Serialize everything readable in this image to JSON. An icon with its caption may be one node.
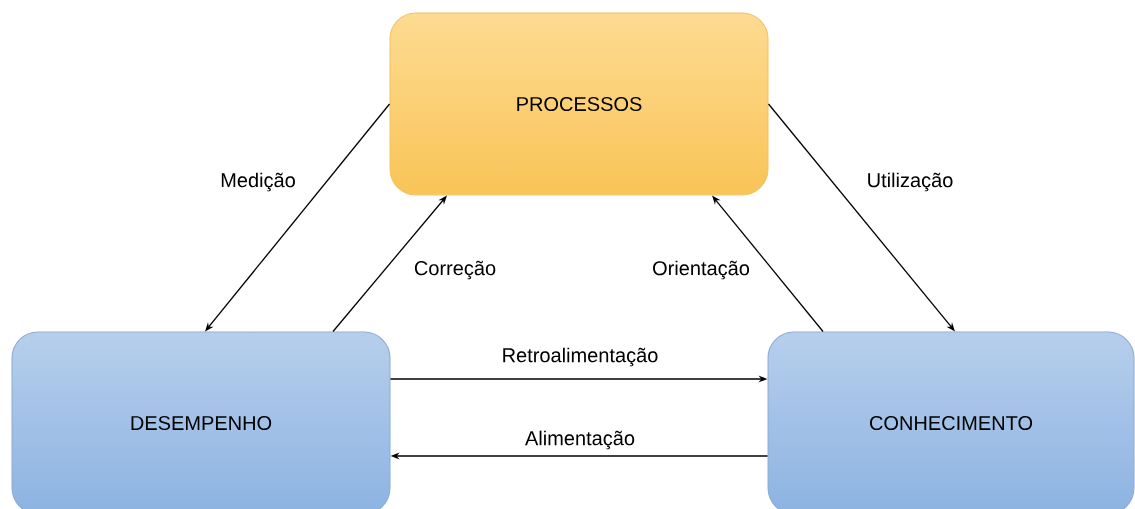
{
  "diagram": {
    "nodes": [
      {
        "text": [
          "PROCESSOS"
        ]
      },
      {
        "text": [
          "DESEMPENHO"
        ]
      },
      {
        "text": [
          "CONHECIMENTO"
        ]
      }
    ],
    "edges": [
      {
        "from": 0,
        "to": 1,
        "arrow": "to",
        "label": "Medição"
      },
      {
        "from": 1,
        "to": 0,
        "arrow": "to",
        "label": "Correção"
      },
      {
        "from": 0,
        "to": 2,
        "arrow": "to",
        "label": "Utilização"
      },
      {
        "from": 2,
        "to": 0,
        "arrow": "to",
        "label": "Orientação"
      },
      {
        "from": 1,
        "to": 2,
        "arrow": "to",
        "label": "Retroalimentação"
      },
      {
        "from": 2,
        "to": 1,
        "arrow": "to",
        "label": "Alimentação"
      }
    ]
  }
}
